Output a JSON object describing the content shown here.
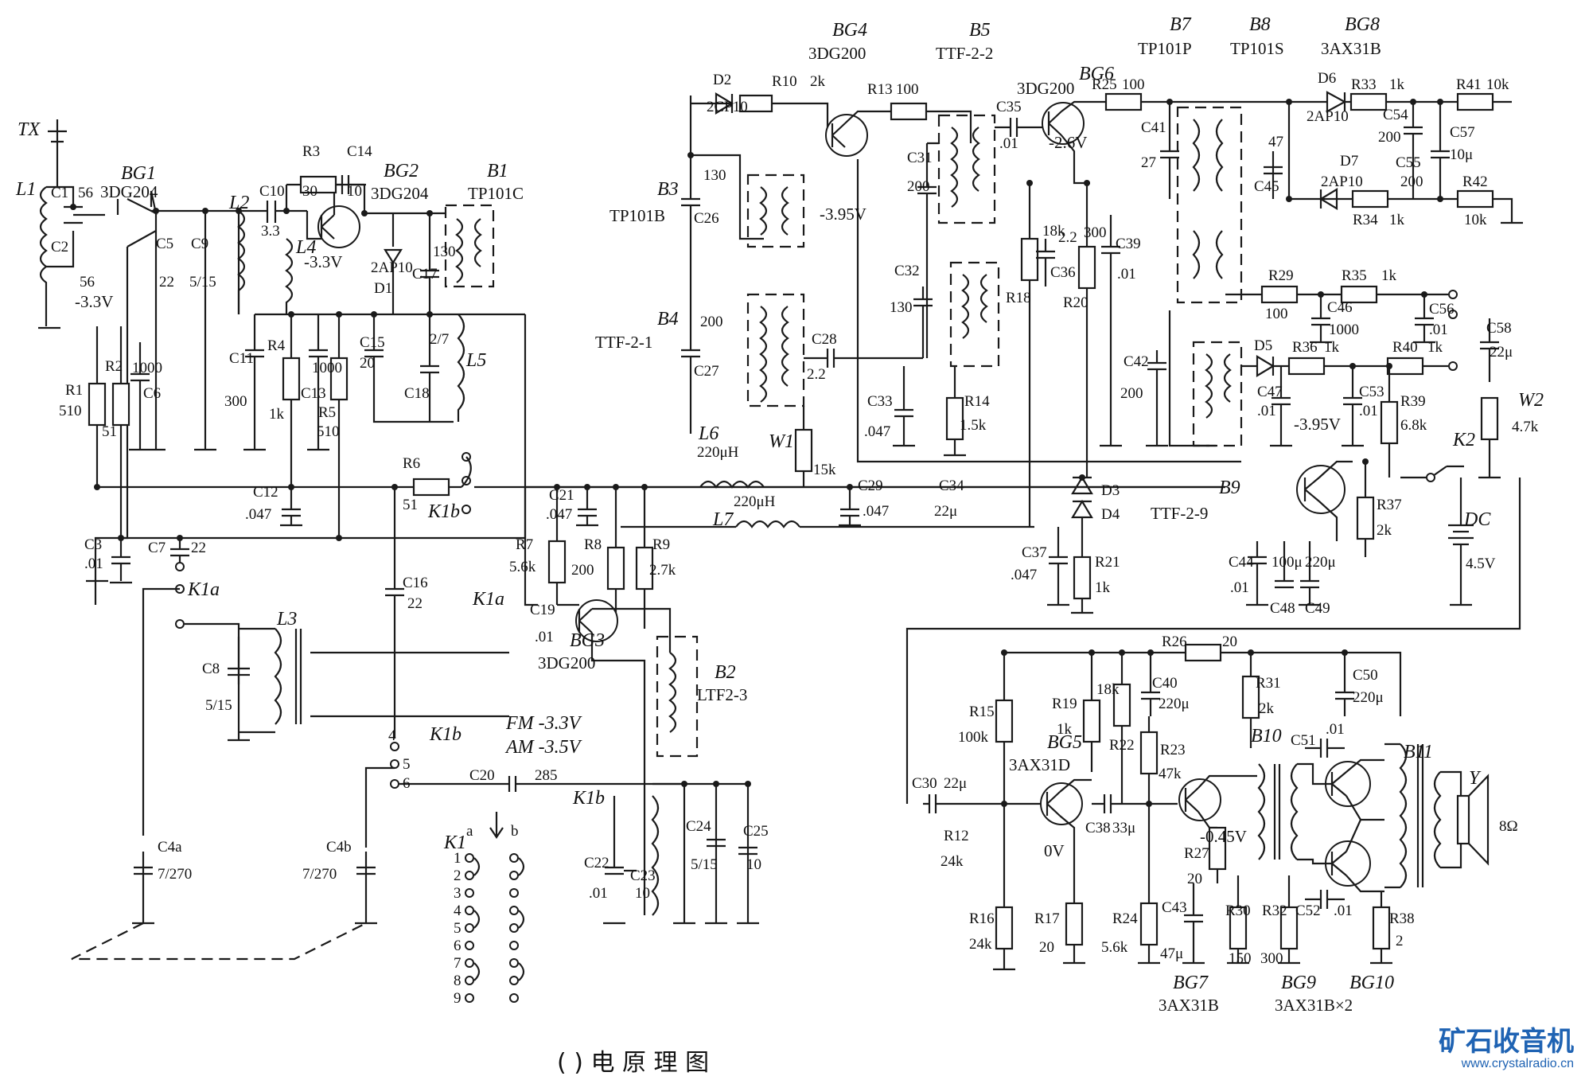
{
  "diagram": {
    "section_labels": [
      {
        "text": "TX"
      },
      {
        "text": "L1"
      },
      {
        "text": "BG1"
      },
      {
        "text": "3DG204"
      },
      {
        "text": "BG2"
      },
      {
        "text": "3DG204"
      },
      {
        "text": "B1"
      },
      {
        "text": "TP101C"
      },
      {
        "text": "BG4"
      },
      {
        "text": "3DG200"
      },
      {
        "text": "B5"
      },
      {
        "text": "TTF-2-2"
      },
      {
        "text": "BG6"
      },
      {
        "text": "3DG200"
      },
      {
        "text": "B7"
      },
      {
        "text": "TP101P"
      },
      {
        "text": "B8"
      },
      {
        "text": "TP101S"
      },
      {
        "text": "BG8"
      },
      {
        "text": "3AX31B"
      },
      {
        "text": "B3"
      },
      {
        "text": "TP101B"
      },
      {
        "text": "B4"
      },
      {
        "text": "TTF-2-1"
      },
      {
        "text": "B2"
      },
      {
        "text": "LTF2-3"
      },
      {
        "text": "B9"
      },
      {
        "text": "TTF-2-9"
      },
      {
        "text": "BG3"
      },
      {
        "text": "3DG200"
      },
      {
        "text": "BG5"
      },
      {
        "text": "3AX31D"
      },
      {
        "text": "B10"
      },
      {
        "text": "B11"
      },
      {
        "text": "BG7"
      },
      {
        "text": "3AX31B"
      },
      {
        "text": "BG9"
      },
      {
        "text": "3AX31B×2"
      },
      {
        "text": "BG10"
      },
      {
        "text": "K1"
      },
      {
        "text": "K1a"
      },
      {
        "text": "K1b"
      },
      {
        "text": "K2"
      },
      {
        "text": "W1"
      },
      {
        "text": "W2"
      },
      {
        "text": "Y"
      },
      {
        "text": "DC"
      },
      {
        "text": "L2"
      },
      {
        "text": "L3"
      },
      {
        "text": "L4"
      },
      {
        "text": "L5"
      },
      {
        "text": "L6"
      },
      {
        "text": "L7"
      }
    ],
    "component_labels": [
      {
        "text": "C1"
      },
      {
        "text": "56"
      },
      {
        "text": "C2"
      },
      {
        "text": "56"
      },
      {
        "text": "C5"
      },
      {
        "text": "22"
      },
      {
        "text": "C9"
      },
      {
        "text": "5/15"
      },
      {
        "text": "C10"
      },
      {
        "text": "3.3"
      },
      {
        "text": "R3"
      },
      {
        "text": "30"
      },
      {
        "text": "C14"
      },
      {
        "text": "10"
      },
      {
        "text": "C11"
      },
      {
        "text": "300"
      },
      {
        "text": "R4"
      },
      {
        "text": "1k"
      },
      {
        "text": "C13"
      },
      {
        "text": "1000"
      },
      {
        "text": "R5"
      },
      {
        "text": "510"
      },
      {
        "text": "C15"
      },
      {
        "text": "20"
      },
      {
        "text": "D1"
      },
      {
        "text": "2AP10"
      },
      {
        "text": "C17"
      },
      {
        "text": "130"
      },
      {
        "text": "C18"
      },
      {
        "text": "2/7"
      },
      {
        "text": "R1"
      },
      {
        "text": "510"
      },
      {
        "text": "R2"
      },
      {
        "text": "51"
      },
      {
        "text": "C6"
      },
      {
        "text": "1000"
      },
      {
        "text": "C12"
      },
      {
        "text": ".047"
      },
      {
        "text": "R6"
      },
      {
        "text": "51"
      },
      {
        "text": "C3"
      },
      {
        "text": ".01"
      },
      {
        "text": "C7"
      },
      {
        "text": "22"
      },
      {
        "text": "C8"
      },
      {
        "text": "5/15"
      },
      {
        "text": "C16"
      },
      {
        "text": "22"
      },
      {
        "text": "C4a"
      },
      {
        "text": "7/270"
      },
      {
        "text": "C4b"
      },
      {
        "text": "7/270"
      },
      {
        "text": "C20"
      },
      {
        "text": "285"
      },
      {
        "text": "C21"
      },
      {
        "text": ".047"
      },
      {
        "text": "R7"
      },
      {
        "text": "5.6k"
      },
      {
        "text": "R8"
      },
      {
        "text": "200"
      },
      {
        "text": "R9"
      },
      {
        "text": "2.7k"
      },
      {
        "text": "C19"
      },
      {
        "text": ".01"
      },
      {
        "text": "C22"
      },
      {
        "text": ".01"
      },
      {
        "text": "C23"
      },
      {
        "text": "10"
      },
      {
        "text": "C24"
      },
      {
        "text": "5/15"
      },
      {
        "text": "C25"
      },
      {
        "text": "10"
      },
      {
        "text": "D2"
      },
      {
        "text": "2CP10"
      },
      {
        "text": "R10"
      },
      {
        "text": "2k"
      },
      {
        "text": "R13"
      },
      {
        "text": "100"
      },
      {
        "text": "C26"
      },
      {
        "text": "130"
      },
      {
        "text": "C27"
      },
      {
        "text": "200"
      },
      {
        "text": "C28"
      },
      {
        "text": "2.2"
      },
      {
        "text": "C29"
      },
      {
        "text": ".047"
      },
      {
        "text": "C31"
      },
      {
        "text": "200"
      },
      {
        "text": "C32"
      },
      {
        "text": "130"
      },
      {
        "text": "C33"
      },
      {
        "text": ".047"
      },
      {
        "text": "C34"
      },
      {
        "text": "22μ"
      },
      {
        "text": "C35"
      },
      {
        "text": ".01"
      },
      {
        "text": "R14"
      },
      {
        "text": "1.5k"
      },
      {
        "text": "R18"
      },
      {
        "text": "18k"
      },
      {
        "text": "C36"
      },
      {
        "text": "2.2"
      },
      {
        "text": "R20"
      },
      {
        "text": "300"
      },
      {
        "text": "C39"
      },
      {
        "text": ".01"
      },
      {
        "text": "R25"
      },
      {
        "text": "100"
      },
      {
        "text": "C41"
      },
      {
        "text": "27"
      },
      {
        "text": "C45"
      },
      {
        "text": "47"
      },
      {
        "text": "D6"
      },
      {
        "text": "2AP10"
      },
      {
        "text": "R33"
      },
      {
        "text": "1k"
      },
      {
        "text": "C54"
      },
      {
        "text": "200"
      },
      {
        "text": "C57"
      },
      {
        "text": "10μ"
      },
      {
        "text": "R41"
      },
      {
        "text": "10k"
      },
      {
        "text": "D7"
      },
      {
        "text": "2AP10"
      },
      {
        "text": "C55"
      },
      {
        "text": "200"
      },
      {
        "text": "R34"
      },
      {
        "text": "1k"
      },
      {
        "text": "R42"
      },
      {
        "text": "10k"
      },
      {
        "text": "R29"
      },
      {
        "text": "100"
      },
      {
        "text": "R35"
      },
      {
        "text": "1k"
      },
      {
        "text": "C46"
      },
      {
        "text": "1000"
      },
      {
        "text": "C56"
      },
      {
        "text": ".01"
      },
      {
        "text": "C58"
      },
      {
        "text": "22μ"
      },
      {
        "text": "C42"
      },
      {
        "text": "200"
      },
      {
        "text": "D5"
      },
      {
        "text": "R36"
      },
      {
        "text": "1k"
      },
      {
        "text": "R40"
      },
      {
        "text": "1k"
      },
      {
        "text": "C47"
      },
      {
        "text": ".01"
      },
      {
        "text": "C53"
      },
      {
        "text": ".01"
      },
      {
        "text": "R39"
      },
      {
        "text": "6.8k"
      },
      {
        "text": "R37"
      },
      {
        "text": "2k"
      },
      {
        "text": "C44"
      },
      {
        "text": ".01"
      },
      {
        "text": "C48"
      },
      {
        "text": "100μ"
      },
      {
        "text": "C49"
      },
      {
        "text": "220μ"
      },
      {
        "text": "D3"
      },
      {
        "text": "D4"
      },
      {
        "text": "C37"
      },
      {
        "text": ".047"
      },
      {
        "text": "R21"
      },
      {
        "text": "1k"
      },
      {
        "text": "R26"
      },
      {
        "text": "20"
      },
      {
        "text": "R15"
      },
      {
        "text": "100k"
      },
      {
        "text": "R19"
      },
      {
        "text": "1k"
      },
      {
        "text": "18k"
      },
      {
        "text": "R22"
      },
      {
        "text": "C40"
      },
      {
        "text": "220μ"
      },
      {
        "text": "R31"
      },
      {
        "text": "2k"
      },
      {
        "text": "C50"
      },
      {
        "text": "220μ"
      },
      {
        "text": "C30"
      },
      {
        "text": "22μ"
      },
      {
        "text": "R12"
      },
      {
        "text": "24k"
      },
      {
        "text": "R16"
      },
      {
        "text": "24k"
      },
      {
        "text": "C38"
      },
      {
        "text": "33μ"
      },
      {
        "text": "R17"
      },
      {
        "text": "20"
      },
      {
        "text": "R23"
      },
      {
        "text": "47k"
      },
      {
        "text": "R27"
      },
      {
        "text": "20"
      },
      {
        "text": "R24"
      },
      {
        "text": "5.6k"
      },
      {
        "text": "C43"
      },
      {
        "text": "47μ"
      },
      {
        "text": "R30"
      },
      {
        "text": "150"
      },
      {
        "text": "R32"
      },
      {
        "text": "300"
      },
      {
        "text": "C51"
      },
      {
        "text": ".01"
      },
      {
        "text": "C52"
      },
      {
        "text": ".01"
      },
      {
        "text": "R38"
      },
      {
        "text": "2"
      },
      {
        "text": "8Ω"
      },
      {
        "text": "15k"
      },
      {
        "text": "4.7k"
      },
      {
        "text": "4.5V"
      },
      {
        "text": "220μH"
      },
      {
        "text": "220μH"
      }
    ],
    "voltage_labels": [
      {
        "text": "-3.3V"
      },
      {
        "text": "-3.3V"
      },
      {
        "text": "-3.95V"
      },
      {
        "text": "-2.6V"
      },
      {
        "text": "-3.95V"
      },
      {
        "text": "FM -3.3V"
      },
      {
        "text": "AM -3.5V"
      },
      {
        "text": "-0.45V"
      },
      {
        "text": "0V"
      }
    ],
    "switch_labels": [
      {
        "text": "1"
      },
      {
        "text": "2"
      },
      {
        "text": "3"
      },
      {
        "text": "4"
      },
      {
        "text": "5"
      },
      {
        "text": "6"
      },
      {
        "text": "7"
      },
      {
        "text": "8"
      },
      {
        "text": "9"
      },
      {
        "text": "a"
      },
      {
        "text": "b"
      },
      {
        "text": "4"
      },
      {
        "text": "5"
      },
      {
        "text": "6"
      },
      {
        "text": "K1b"
      },
      {
        "text": "K1b"
      },
      {
        "text": "K1a"
      }
    ],
    "caption": "(  )  电  原  理  图",
    "watermark": {
      "name": "矿石收音机",
      "url": "www.crystalradio.cn"
    }
  }
}
